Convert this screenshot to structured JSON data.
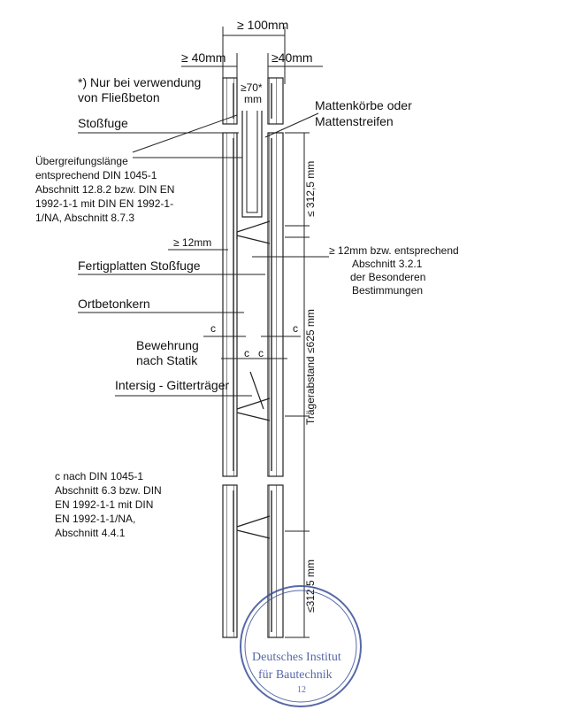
{
  "dims": {
    "total_width": "≥ 100mm",
    "left_wall": "≥ 40mm",
    "right_wall": "≥40mm",
    "gap_top": "≥70*",
    "gap_unit": "mm",
    "lap_top": "≤ 312,5 mm",
    "spacing": "Trägerabstand ≤625 mm",
    "lap_bottom": "≤312,5 mm",
    "joint_left": "≥ 12mm",
    "c": "c"
  },
  "notes": {
    "footnote": [
      "*) Nur bei verwendung",
      "von Fließbeton"
    ],
    "stossfuge": "Stoßfuge",
    "mattenkoerbe": [
      "Mattenkörbe oder",
      "Mattenstreifen"
    ],
    "uebergreifung": [
      "Übergreifungslänge",
      "entsprechend DIN 1045-1",
      "Abschnitt 12.8.2 bzw. DIN EN",
      "1992-1-1 mit DIN EN 1992-1-",
      "1/NA, Abschnitt 8.7.3"
    ],
    "joint_right": [
      "≥ 12mm bzw. entsprechend",
      "Abschnitt 3.2.1",
      "der Besonderen",
      "Bestimmungen"
    ],
    "fertigplatten": "Fertigplatten Stoßfuge",
    "ortbetonkern": "Ortbetonkern",
    "bewehrung": [
      "Bewehrung",
      "nach Statik"
    ],
    "gittertraeger": "Intersig - Gitterträger",
    "c_note": [
      "c nach DIN 1045-1",
      "Abschnitt 6.3 bzw. DIN",
      "EN 1992-1-1 mit DIN",
      "EN 1992-1-1/NA,",
      "Abschnitt 4.4.1"
    ]
  },
  "stamp": {
    "line1": "Deutsches Institut",
    "line2": "für Bautechnik",
    "number": "12",
    "color": "#3a4f9a"
  }
}
